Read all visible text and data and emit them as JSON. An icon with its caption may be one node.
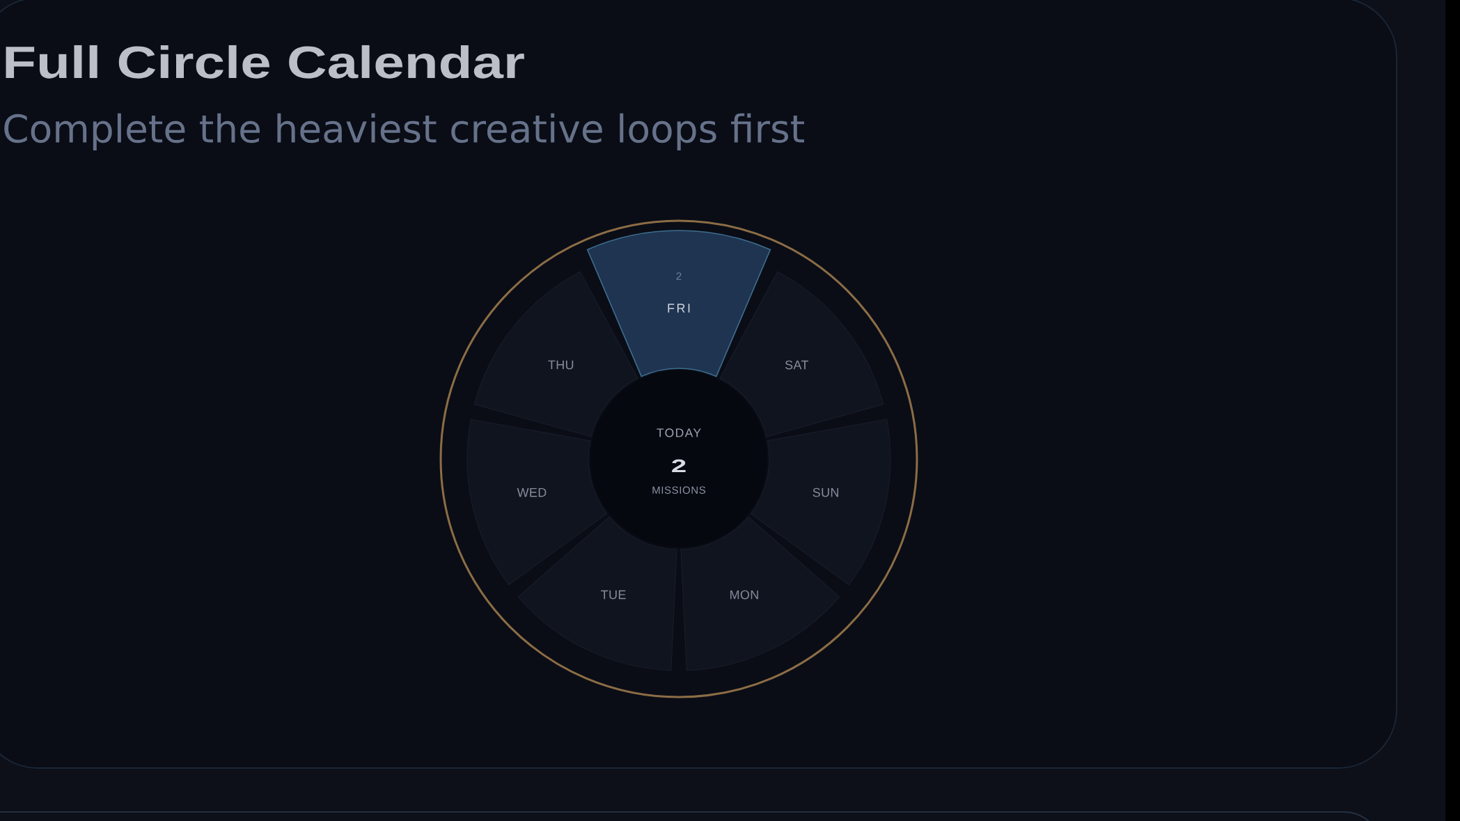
{
  "diagram": {
    "title": "Full Circle Calendar",
    "nodes": [
      {
        "text": [
          "2",
          "FRI"
        ]
      },
      {
        "text": [
          "THU"
        ]
      },
      {
        "text": [
          "SAT"
        ]
      },
      {
        "text": [
          "TODAY",
          "2",
          "MISSIONS"
        ]
      },
      {
        "text": [
          "WED"
        ]
      },
      {
        "text": [
          "SUN"
        ]
      },
      {
        "text": [
          "TUE"
        ]
      },
      {
        "text": [
          "MON"
        ]
      }
    ],
    "labels": [
      "Complete the heaviest creative loops first"
    ]
  }
}
